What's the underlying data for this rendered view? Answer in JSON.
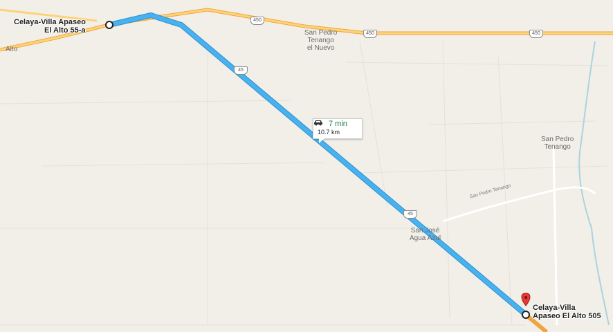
{
  "origin": {
    "label_line1": "Celaya-Villa Apaseo",
    "label_line2": "El Alto 55-a"
  },
  "destination": {
    "label_line1": "Celaya-Villa",
    "label_line2": "Apaseo El Alto 505"
  },
  "route": {
    "time": "7 min",
    "distance": "10.7 km",
    "icon": "car-icon"
  },
  "places": {
    "san_pedro_nuevo": [
      "San Pedro",
      "Tenango",
      "el Nuevo"
    ],
    "san_pedro_tenango": [
      "San Pedro",
      "Tenango"
    ],
    "san_jose": [
      "San José",
      "Agua Azul"
    ],
    "alto": "Alto",
    "road_san_pedro": "San Pedro Tenango"
  },
  "shields": {
    "h450": "450",
    "h45": "45"
  },
  "colors": {
    "route": "#4ab1ef",
    "highway": "#f7c55a",
    "land": "#f1efe8",
    "pin": "#e53935",
    "time": "#188038"
  }
}
